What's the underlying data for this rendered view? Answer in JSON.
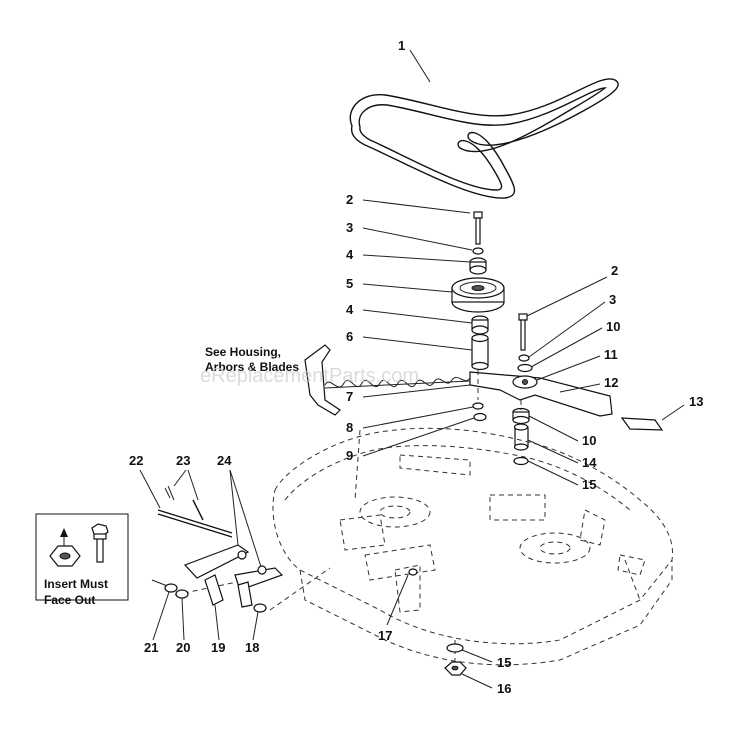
{
  "callouts": [
    {
      "id": "c1",
      "text": "1"
    },
    {
      "id": "c2a",
      "text": "2"
    },
    {
      "id": "c3a",
      "text": "3"
    },
    {
      "id": "c4a",
      "text": "4"
    },
    {
      "id": "c5",
      "text": "5"
    },
    {
      "id": "c4b",
      "text": "4"
    },
    {
      "id": "c6",
      "text": "6"
    },
    {
      "id": "c7",
      "text": "7"
    },
    {
      "id": "c8",
      "text": "8"
    },
    {
      "id": "c9",
      "text": "9"
    },
    {
      "id": "c2b",
      "text": "2"
    },
    {
      "id": "c3b",
      "text": "3"
    },
    {
      "id": "c10a",
      "text": "10"
    },
    {
      "id": "c11",
      "text": "11"
    },
    {
      "id": "c12",
      "text": "12"
    },
    {
      "id": "c13",
      "text": "13"
    },
    {
      "id": "c10b",
      "text": "10"
    },
    {
      "id": "c14",
      "text": "14"
    },
    {
      "id": "c15a",
      "text": "15"
    },
    {
      "id": "c22",
      "text": "22"
    },
    {
      "id": "c23",
      "text": "23"
    },
    {
      "id": "c24",
      "text": "24"
    },
    {
      "id": "c21",
      "text": "21"
    },
    {
      "id": "c20",
      "text": "20"
    },
    {
      "id": "c19",
      "text": "19"
    },
    {
      "id": "c18",
      "text": "18"
    },
    {
      "id": "c17",
      "text": "17"
    },
    {
      "id": "c15b",
      "text": "15"
    },
    {
      "id": "c16",
      "text": "16"
    }
  ],
  "notes": {
    "see_housing_line1": "See Housing,",
    "see_housing_line2": "Arbors & Blades",
    "insert_line1": "Insert Must",
    "insert_line2": "Face Out"
  },
  "watermark": "eReplacementParts.com"
}
